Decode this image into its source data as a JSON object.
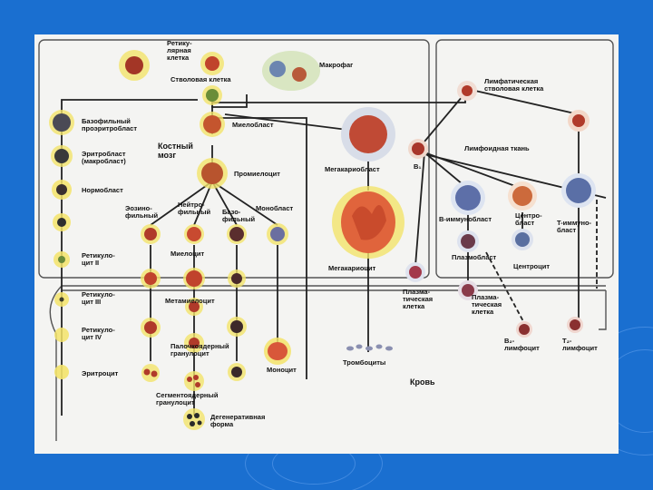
{
  "slide": {
    "background": "#1a6fd0",
    "panel_background": "#f4f4f2",
    "cell_colors": {
      "red_nucleus": "#b03a2a",
      "halo": "#f3e36a",
      "blue_cell": "#6f7fb8",
      "megakaryocyte": "#e0643c",
      "dark": "#2b2b2b"
    }
  },
  "labels": {
    "reticular_cell": "Ретику-\nлярная\nклетка",
    "stem_cell": "Стволовая клетка",
    "macrophage": "Макрофаг",
    "lymph_stem_cell": "Лимфатическая\nстволовая клетка",
    "basophil_prerythroblast": "Базофильный\nпроэритробласт",
    "myeloblast": "Миелобласт",
    "erythroblast": "Эритробласт\n(макробласт)",
    "bone_marrow": "Костный\nмозг",
    "megakaryoblast": "Мегакариобласт",
    "b1": "B₁",
    "lymphoid_tissue": "Лимфоидная ткань",
    "normoblast": "Нормобласт",
    "promyelocyte": "Промиелоцит",
    "eosinophilic": "Эозино-\nфильный",
    "neutrophilic": "Нейтро-\nфильный",
    "basophilic": "Базо-\nфильный",
    "monoblast": "Монобласт",
    "b_immunoblast": "B-иммунобласт",
    "centroblast": "Центро-\nбласт",
    "t_immunoblast": "T-иммуно-\nбласт",
    "reticulocyte_2": "Ретикуло-\nцит II",
    "myelocyte": "Миелоцит",
    "megakaryocyte": "Мегакариоцит",
    "plasmoblast": "Плазмобласт",
    "centrocyte": "Центроцит",
    "reticulocyte_3": "Ретикуло-\nцит III",
    "metamyelocyte": "Метамиелоцит",
    "plasma_cell_1": "Плазма-\nтическая\nклетка",
    "plasma_cell_2": "Плазма-\nтическая\nклетка",
    "reticulocyte_4": "Ретикуло-\nцит IV",
    "band_granulocyte": "Палочкоядерный\nгранулоцит",
    "b2_lymphocyte": "B₂-\nлимфоцит",
    "t2_lymphocyte": "T₂-\nлимфоцит",
    "erythrocyte": "Эритроцит",
    "monocyte": "Моноцит",
    "thrombocytes": "Тромбоциты",
    "blood": "Кровь",
    "segmented_granulocyte": "Сегментоядерный\nгранулоцит",
    "degenerative_form": "Дегенеративная\nформа"
  }
}
